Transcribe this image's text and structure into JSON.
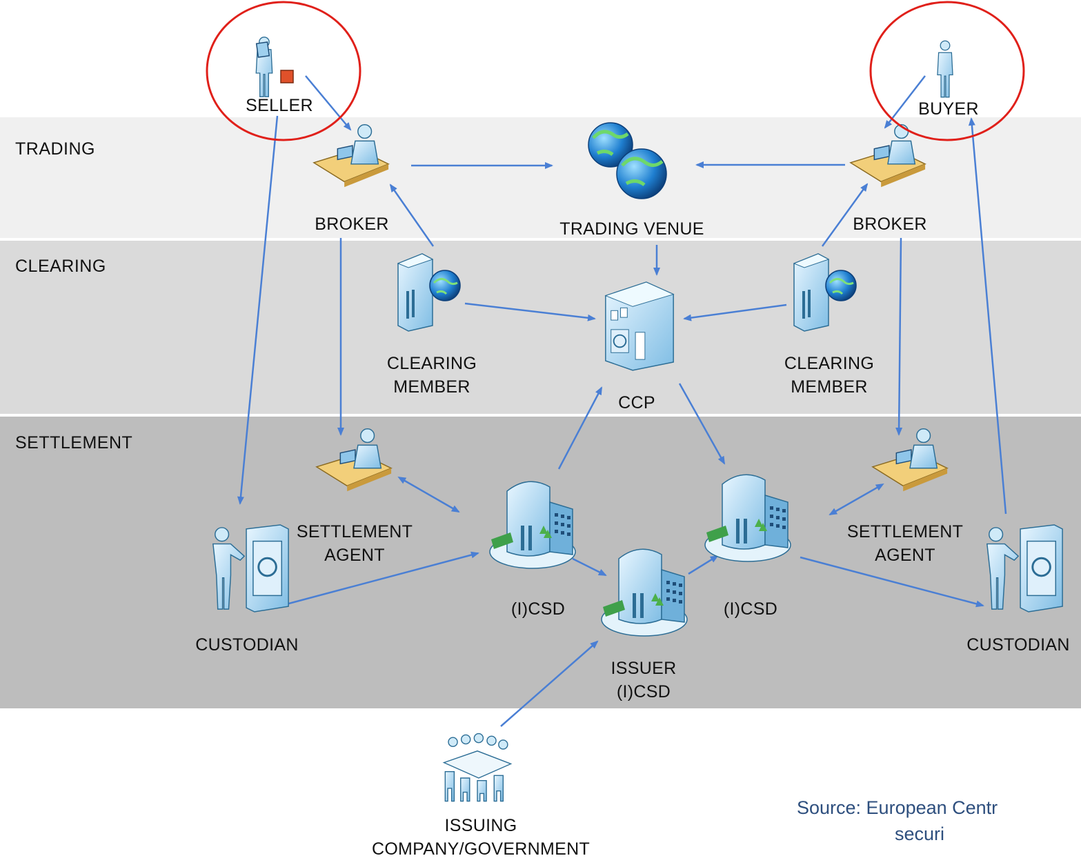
{
  "bands": {
    "trading": "TRADING",
    "clearing": "CLEARING",
    "settlement": "SETTLEMENT"
  },
  "nodes": {
    "seller": "SELLER",
    "buyer": "BUYER",
    "broker_left": "BROKER",
    "broker_right": "BROKER",
    "trading_venue": "TRADING VENUE",
    "clearing_member_left": "CLEARING\nMEMBER",
    "clearing_member_right": "CLEARING\nMEMBER",
    "ccp": "CCP",
    "settlement_agent_left": "SETTLEMENT\nAGENT",
    "settlement_agent_right": "SETTLEMENT\nAGENT",
    "icsd_left": "(I)CSD",
    "icsd_right": "(I)CSD",
    "issuer_icsd": "ISSUER\n(I)CSD",
    "custodian_left": "CUSTODIAN",
    "custodian_right": "CUSTODIAN",
    "issuing_company": "ISSUING\nCOMPANY/GOVERNMENT"
  },
  "source": {
    "line1": "Source: European Centr",
    "line2": "securi"
  },
  "colors": {
    "arrow": "#4a7fd4",
    "highlight_circle": "#e0201a",
    "icon_body": "#a8d4ee",
    "icon_dark": "#2c6d95",
    "source_text": "#2e4f7e"
  },
  "icons": {
    "seller": "person-with-laptop-and-briefcase-icon",
    "buyer": "person-icon",
    "broker": "trader-at-desk-icon",
    "trading_venue": "globes-icon",
    "clearing_member": "server-with-globe-icon",
    "ccp": "building-with-vault-icon",
    "settlement_agent": "agent-at-computer-desk-icon",
    "icsd": "office-buildings-icon",
    "custodian": "person-at-vault-icon",
    "issuing_company": "boardroom-meeting-icon"
  }
}
